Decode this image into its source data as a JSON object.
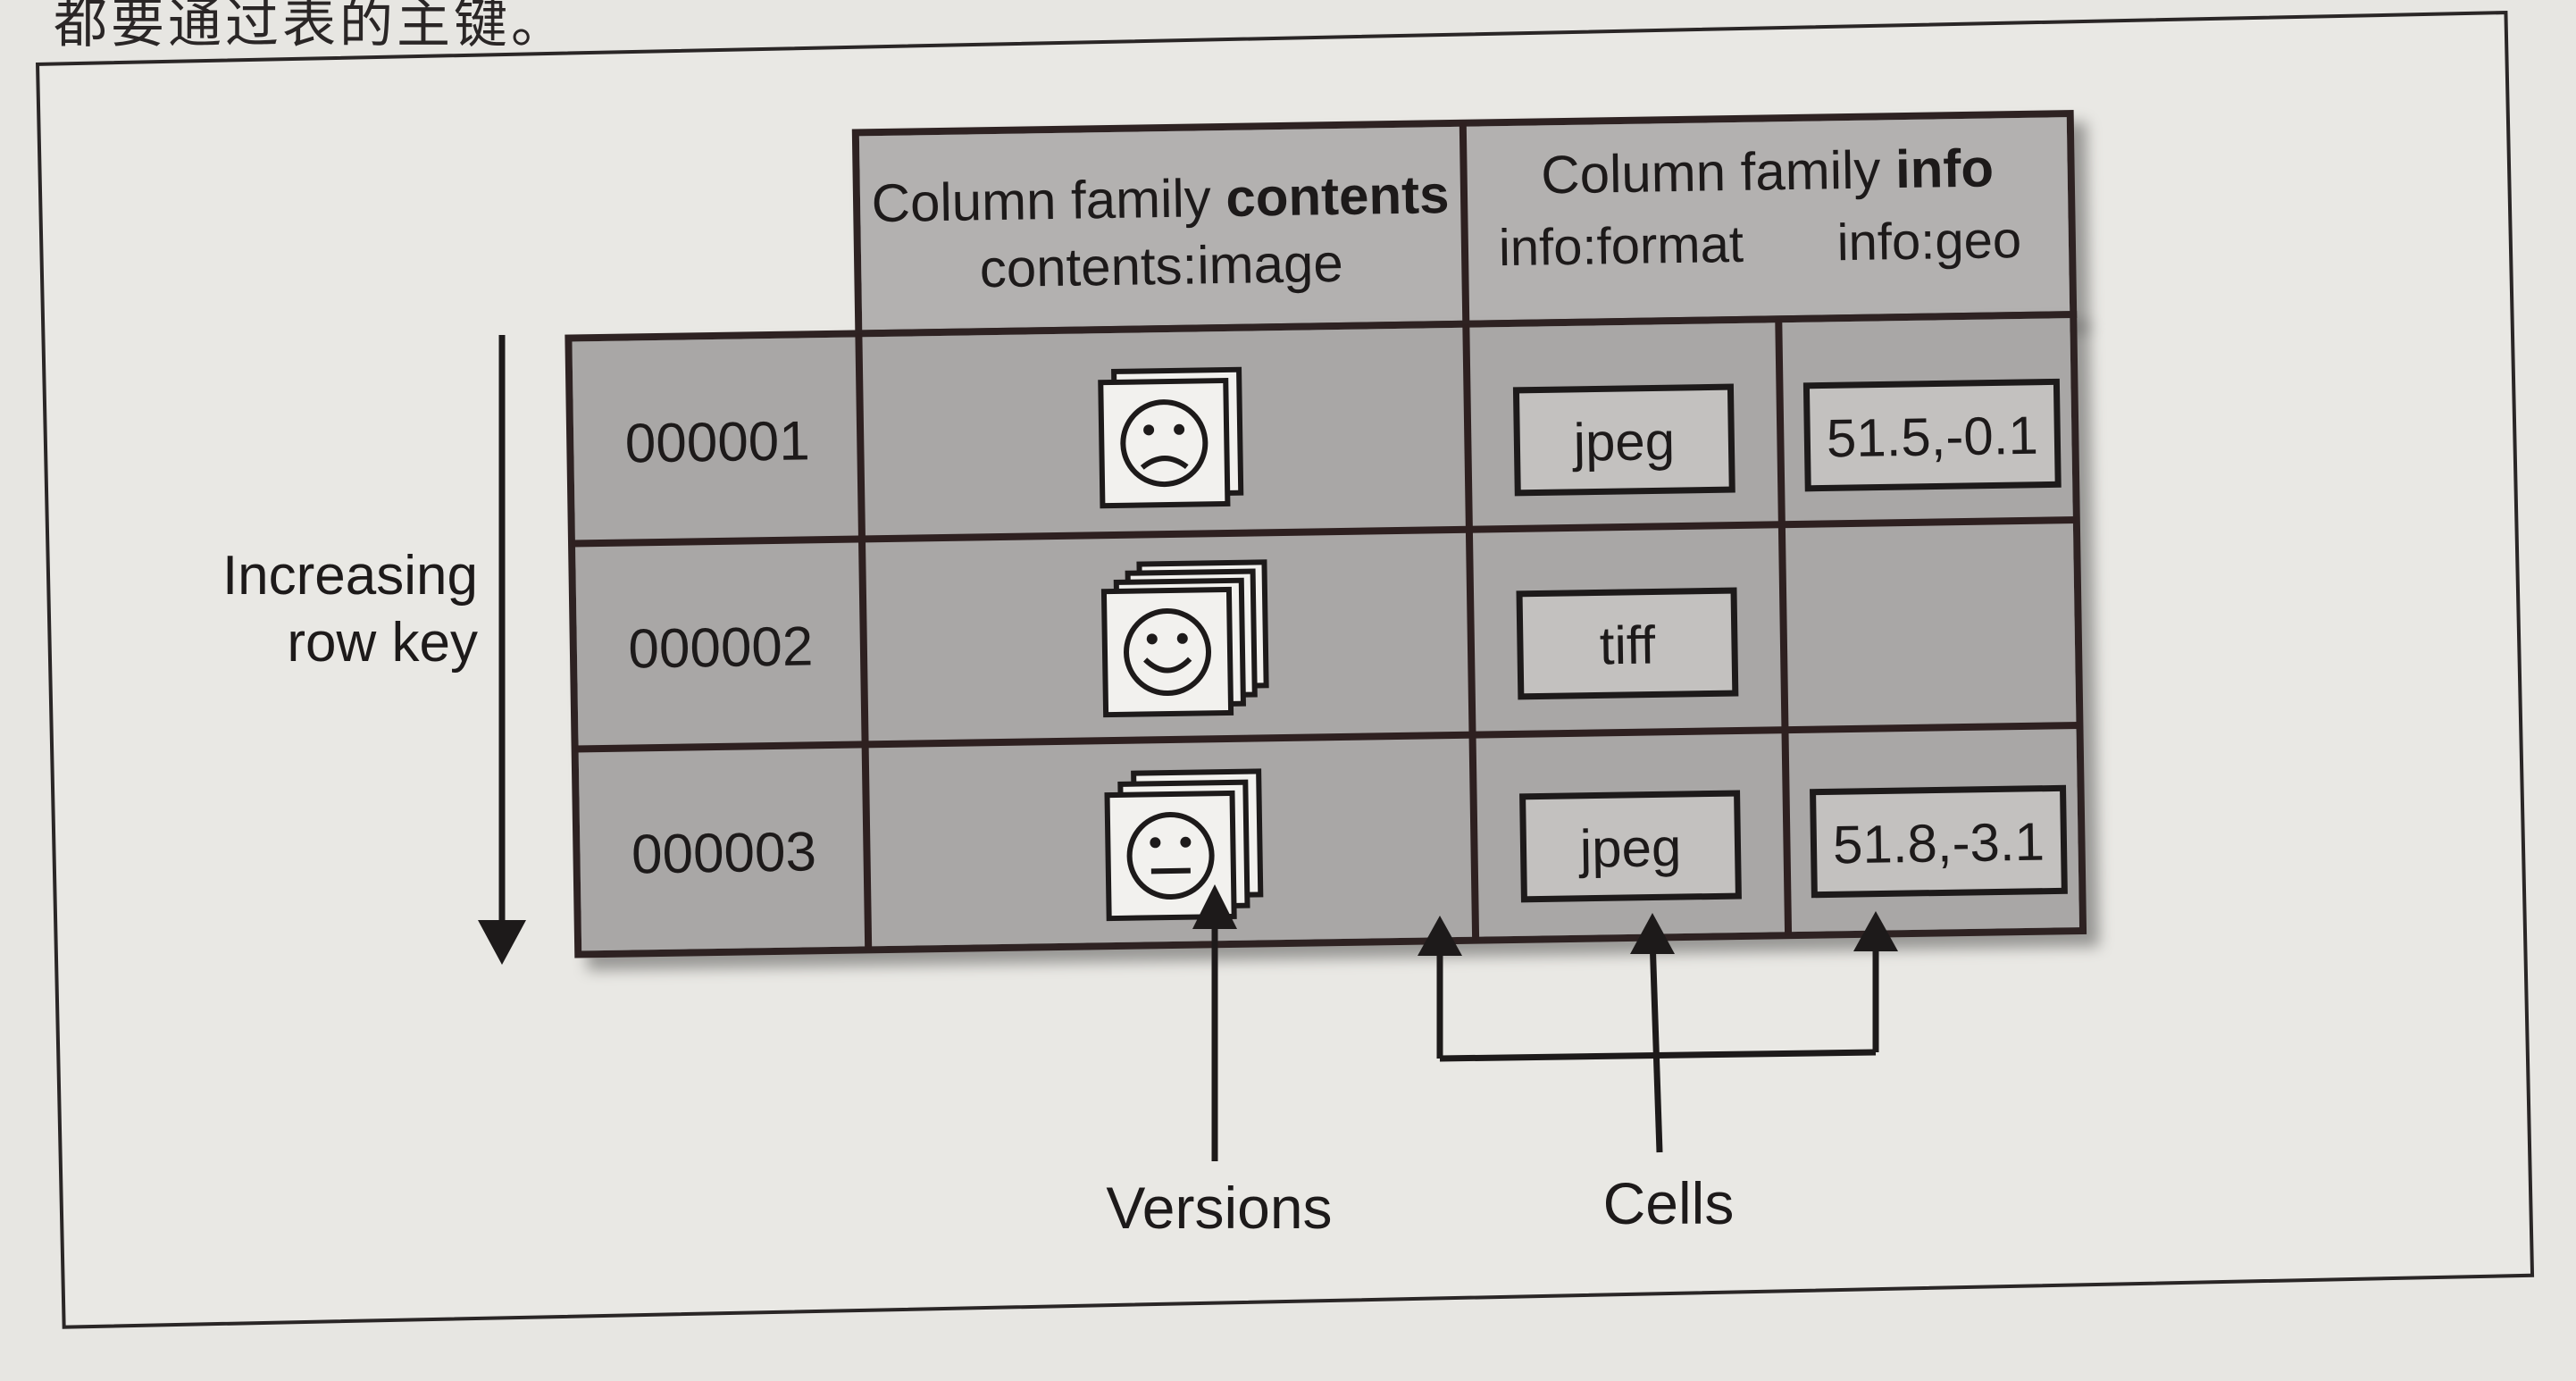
{
  "page": {
    "top_text": "都要通过表的主键。"
  },
  "diagram": {
    "column_family_1": {
      "prefix": "Column family ",
      "name": "contents",
      "qualifier": "contents:image"
    },
    "column_family_2": {
      "prefix": "Column family ",
      "name": "info",
      "qualifier_1": "info:format",
      "qualifier_2": "info:geo"
    },
    "rows": [
      {
        "key": "000001",
        "face": "sad",
        "versions": 2,
        "format": "jpeg",
        "geo": "51.5,-0.1"
      },
      {
        "key": "000002",
        "face": "happy",
        "versions": 4,
        "format": "tiff",
        "geo": ""
      },
      {
        "key": "000003",
        "face": "neutral",
        "versions": 3,
        "format": "jpeg",
        "geo": "51.8,-3.1"
      }
    ],
    "row_key_label_line1": "Increasing",
    "row_key_label_line2": "row key",
    "versions_label": "Versions",
    "cells_label": "Cells"
  },
  "colors": {
    "cell_fill": "#a9a7a6",
    "header_fill": "#b3b1b0",
    "border": "#2e2020",
    "paper": "#e7e6e2"
  }
}
